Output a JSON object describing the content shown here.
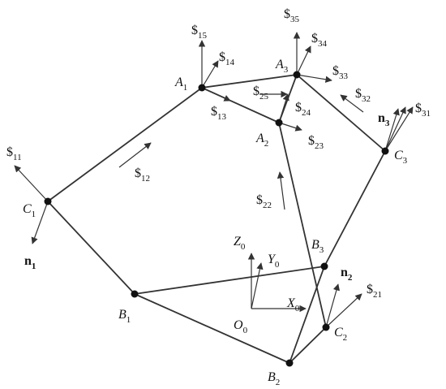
{
  "colors": {
    "stroke": "#333333",
    "node": "#111111",
    "background": "#ffffff"
  },
  "nodes": {
    "A1": {
      "text": "A",
      "sub": "1"
    },
    "A2": {
      "text": "A",
      "sub": "2"
    },
    "A3": {
      "text": "A",
      "sub": "3"
    },
    "B1": {
      "text": "B",
      "sub": "1"
    },
    "B2": {
      "text": "B",
      "sub": "2"
    },
    "B3": {
      "text": "B",
      "sub": "3"
    },
    "C1": {
      "text": "C",
      "sub": "1"
    },
    "C2": {
      "text": "C",
      "sub": "2"
    },
    "C3": {
      "text": "C",
      "sub": "3"
    }
  },
  "frame": {
    "origin": {
      "text": "O",
      "sub": "0"
    },
    "x_axis": {
      "text": "X",
      "sub": "0"
    },
    "y_axis": {
      "text": "Y",
      "sub": "0"
    },
    "z_axis": {
      "text": "Z",
      "sub": "0"
    }
  },
  "screws": {
    "s11": {
      "text": "$",
      "sub": "11"
    },
    "s12": {
      "text": "$",
      "sub": "12"
    },
    "s13": {
      "text": "$",
      "sub": "13"
    },
    "s14": {
      "text": "$",
      "sub": "14"
    },
    "s15": {
      "text": "$",
      "sub": "15"
    },
    "s21": {
      "text": "$",
      "sub": "21"
    },
    "s22": {
      "text": "$",
      "sub": "22"
    },
    "s23": {
      "text": "$",
      "sub": "23"
    },
    "s24": {
      "text": "$",
      "sub": "24"
    },
    "s25": {
      "text": "$",
      "sub": "25"
    },
    "s31": {
      "text": "$",
      "sub": "31"
    },
    "s32": {
      "text": "$",
      "sub": "32"
    },
    "s33": {
      "text": "$",
      "sub": "33"
    },
    "s34": {
      "text": "$",
      "sub": "34"
    },
    "s35": {
      "text": "$",
      "sub": "35"
    }
  },
  "normals": {
    "n1": {
      "text": "n",
      "sub": "1"
    },
    "n2": {
      "text": "n",
      "sub": "2"
    },
    "n3": {
      "text": "n",
      "sub": "3"
    }
  }
}
